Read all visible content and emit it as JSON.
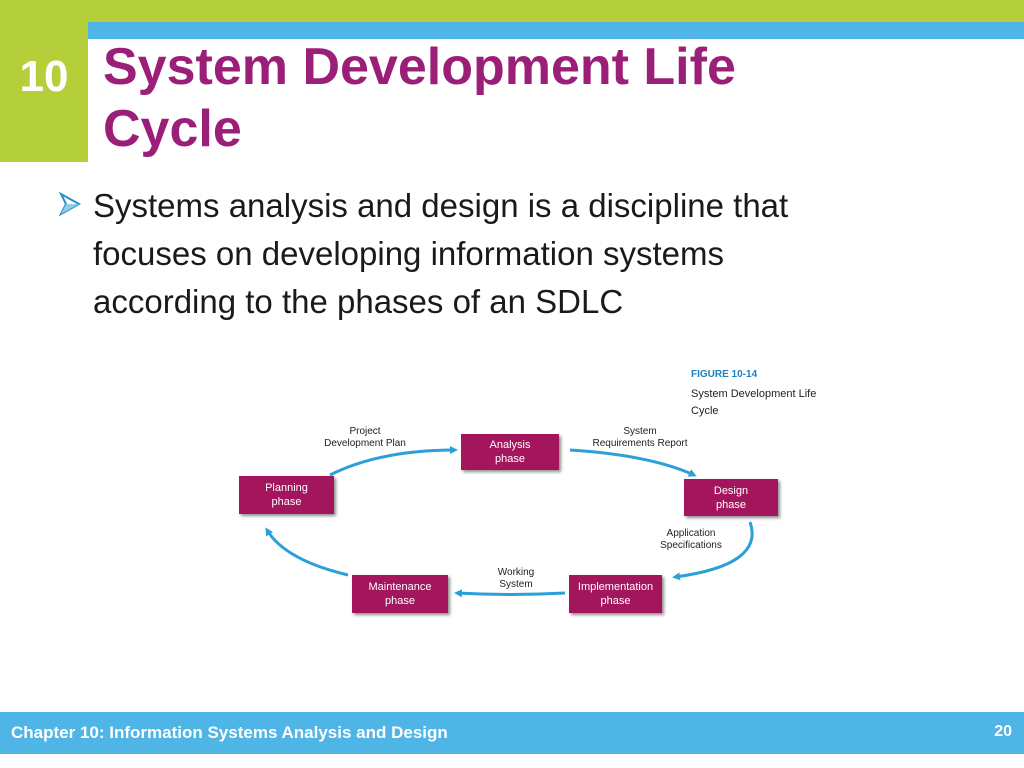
{
  "slide": {
    "chapter_number": "10",
    "title_line1": "System Development Life",
    "title_line2": "Cycle",
    "bullet_line1": "Systems analysis and design is a discipline that",
    "bullet_line2": "focuses on developing information systems",
    "bullet_line3": "according to the phases of an SDLC"
  },
  "figure": {
    "figure_label": "FIGURE 10-14",
    "caption_line1": "System Development Life",
    "caption_line2": "Cycle",
    "phases": {
      "analysis": "Analysis\nphase",
      "design": "Design\nphase",
      "implementation": "Implementation\nphase",
      "maintenance": "Maintenance\nphase",
      "planning": "Planning\nphase"
    },
    "deliverables": {
      "project_plan": "Project\nDevelopment Plan",
      "requirements": "System\nRequirements Report",
      "specifications": "Application\nSpecifications",
      "working_system": "Working\nSystem"
    }
  },
  "footer": {
    "chapter_title": "Chapter 10: Information Systems Analysis and Design",
    "page_number": "20"
  },
  "colors": {
    "green": "#b5cf3a",
    "blue": "#4fb4e6",
    "title_purple": "#9b1f78",
    "phase_box": "#a3155d",
    "arrow": "#2a9fd8"
  }
}
